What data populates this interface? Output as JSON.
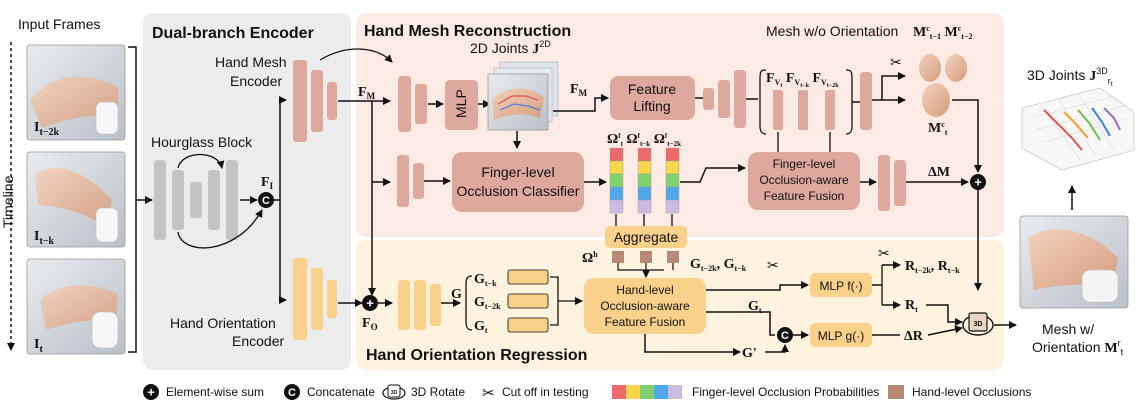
{
  "sections": {
    "input_frames": "Input Frames",
    "timeline": "Timeline",
    "dual_branch": "Dual-branch Encoder",
    "hand_mesh": "Hand Mesh Reconstruction",
    "hand_orientation": "Hand Orientation Regression"
  },
  "frames": [
    "I_{t-2k}",
    "I_{t-k}",
    "I_t"
  ],
  "encoder": {
    "hourglass": "Hourglass Block",
    "mesh_encoder": [
      "Hand Mesh",
      "Encoder"
    ],
    "orient_encoder": [
      "Hand Orientation",
      "Encoder"
    ],
    "f_i": "F_I",
    "f_m": "F_M",
    "f_o": "F_O"
  },
  "mesh": {
    "joints_2d": "2D Joints J^{2D}",
    "mlp": "MLP",
    "feature_lifting": [
      "Feature",
      "Lifting"
    ],
    "f_v": [
      "F_{V_t}",
      "F_{V_{t-k}}",
      "F_{V_{t-2k}}"
    ],
    "occlusion_classifier": [
      "Finger-level",
      "Occlusion Classifier"
    ],
    "omega_f": [
      "Ω^f_t",
      "Ω^f_{t-k}",
      "Ω^f_{t-2k}"
    ],
    "aware_fusion": [
      "Finger-level",
      "Occlusion-aware",
      "Feature Fusion"
    ],
    "delta_m": "ΔM",
    "mesh_wo_orientation": "Mesh w/o Orientation",
    "m_prev": "M^c_{t-1} M^c_{t-2}",
    "m_t": "M^c_t",
    "aggregate": "Aggregate"
  },
  "orientation": {
    "omega_h": "Ω^h",
    "g": "G",
    "g_list": [
      "G_{t-k}",
      "G_{t-2k}",
      "G_t"
    ],
    "g_cut": "G_{t-2k}, G_{t-k}",
    "g_t": "G_t",
    "g_prime": "G'",
    "fusion": [
      "Hand-level",
      "Occlusion-aware",
      "Feature Fusion"
    ],
    "mlp_f": "MLP f(·)",
    "mlp_g": "MLP g(·)",
    "r_cut": "R_{t-2k}, R_{t-k}",
    "r_t": "R_t",
    "delta_r": "ΔR"
  },
  "outputs": {
    "joints_3d": "3D Joints J^{3D}_{r_t}",
    "mesh_orient": [
      "Mesh w/",
      "Orientation M^r_t"
    ]
  },
  "legend": {
    "sum": "Element-wise sum",
    "concat": "Concatenate",
    "rotate": "3D Rotate",
    "cut": "Cut off in testing",
    "finger_prob": "Finger-level Occlusion Probabilities",
    "hand_occ": "Hand-level Occlusions"
  },
  "colors": {
    "mesh_bg": "#fcebe4",
    "orient_bg": "#fdf3df",
    "encoder_bg": "#ececec",
    "mesh_block": "#dfa89c",
    "orient_block": "#f9d18a",
    "gray_block": "#c4c4c4",
    "hand_occ": "#b88876",
    "finger_palette": [
      "#ee6a6a",
      "#f6d64a",
      "#7fd06e",
      "#4fa8e8",
      "#c9bce0"
    ]
  }
}
